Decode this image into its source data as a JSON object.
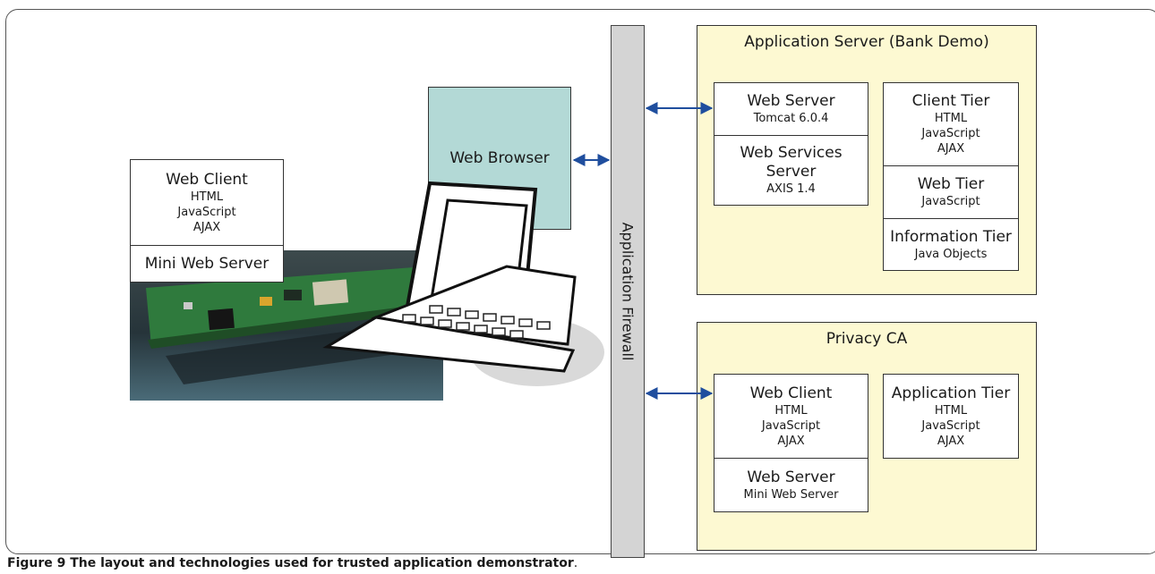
{
  "firewall": {
    "label": "Application Firewall"
  },
  "left": {
    "web_client": {
      "title": "Web Client",
      "lines": [
        "HTML",
        "JavaScript",
        "AJAX"
      ]
    },
    "mini_server": "Mini Web Server",
    "browser": "Web Browser"
  },
  "app_server": {
    "title": "Application Server (Bank Demo)",
    "web_server": {
      "title": "Web Server",
      "sub": "Tomcat 6.0.4"
    },
    "web_services": {
      "title_1": "Web Services",
      "title_2": "Server",
      "sub": "AXIS 1.4"
    },
    "client_tier": {
      "title": "Client Tier",
      "lines": [
        "HTML",
        "JavaScript",
        "AJAX"
      ]
    },
    "web_tier": {
      "title": "Web Tier",
      "sub": "JavaScript"
    },
    "info_tier": {
      "title": "Information Tier",
      "sub": "Java Objects"
    }
  },
  "privacy_ca": {
    "title": "Privacy CA",
    "web_client": {
      "title": "Web Client",
      "lines": [
        "HTML",
        "JavaScript",
        "AJAX"
      ]
    },
    "web_server": {
      "title": "Web Server",
      "sub": "Mini Web Server"
    },
    "app_tier": {
      "title": "Application Tier",
      "lines": [
        "HTML",
        "JavaScript",
        "AJAX"
      ]
    }
  },
  "caption": {
    "label": "Figure 9",
    "text": " The layout and technologies used for trusted application demonstrator",
    "end": "."
  },
  "colors": {
    "panel": "#fdf9d2",
    "browser": "#b3d9d6",
    "firewall": "#d4d4d4",
    "arrow": "#1f4e9e"
  }
}
